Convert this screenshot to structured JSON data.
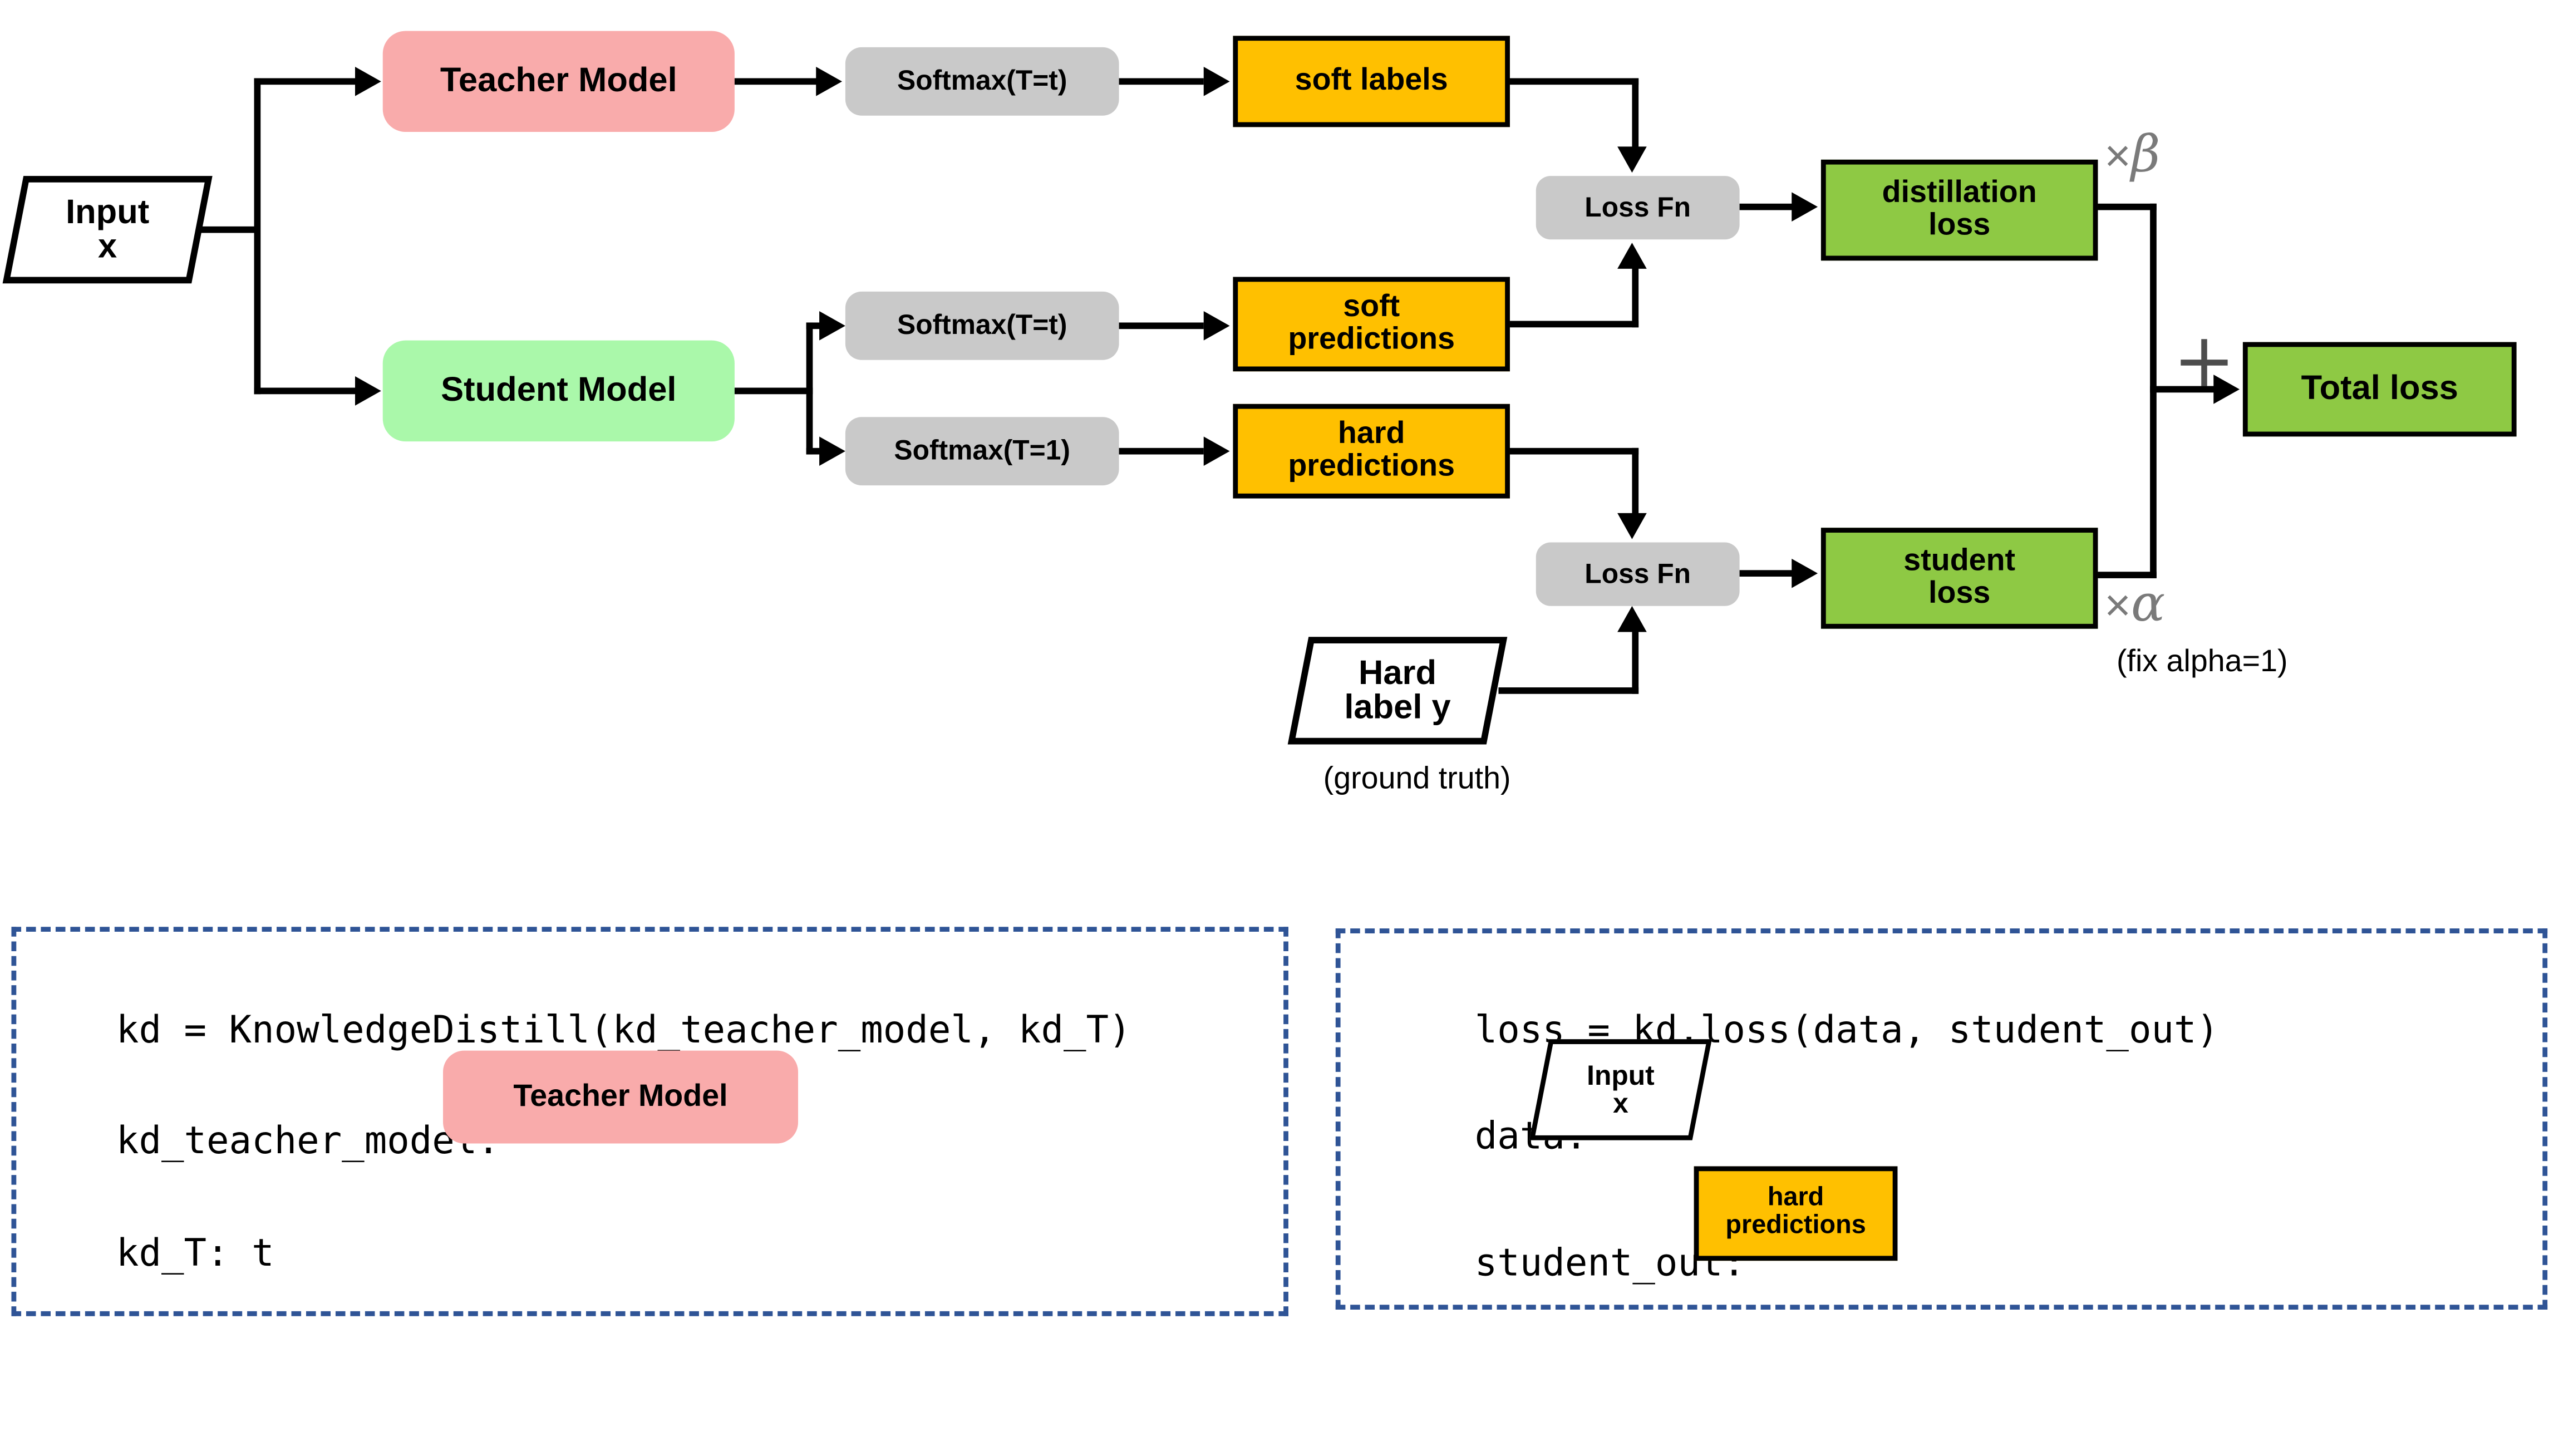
{
  "colors": {
    "pink": "#F9ABAB",
    "mint": "#AAF8AA",
    "gray": "#C9C9C9",
    "orange": "#FFC000",
    "green": "#8EC944",
    "dash_blue": "#2F5496",
    "note_gray": "#7A7A7A"
  },
  "diagram": {
    "input": {
      "line1": "Input",
      "line2": "x"
    },
    "teacher_model": "Teacher Model",
    "student_model": "Student Model",
    "softmax_teacher": "Softmax(T=t)",
    "softmax_student_soft": "Softmax(T=t)",
    "softmax_student_hard": "Softmax(T=1)",
    "soft_labels": "soft labels",
    "soft_predictions": {
      "line1": "soft",
      "line2": "predictions"
    },
    "hard_predictions": {
      "line1": "hard",
      "line2": "predictions"
    },
    "loss_fn_top": "Loss Fn",
    "loss_fn_bottom": "Loss Fn",
    "distillation_loss": {
      "line1": "distillation",
      "line2": "loss"
    },
    "student_loss": {
      "line1": "student",
      "line2": "loss"
    },
    "total_loss": "Total loss",
    "times_beta": {
      "times": "×",
      "symbol": "β"
    },
    "times_alpha": {
      "times": "×",
      "symbol": "α"
    },
    "plus": "+",
    "fix_alpha_note": "(fix alpha=1)",
    "hard_label": {
      "line1": "Hard",
      "line2": "label y"
    },
    "ground_truth_note": "(ground truth)"
  },
  "panels": {
    "left": {
      "line1": "kd = KnowledgeDistill(kd_teacher_model, kd_T)",
      "line2_label": "kd_teacher_model:",
      "line2_chip": "Teacher Model",
      "line3": "kd_T: t"
    },
    "right": {
      "line1": "loss = kd.loss(data, student_out)",
      "line2_label": "data:",
      "line2_chip": {
        "line1": "Input",
        "line2": "x"
      },
      "line3_label": "student_out:",
      "line3_chip": {
        "line1": "hard",
        "line2": "predictions"
      }
    }
  }
}
